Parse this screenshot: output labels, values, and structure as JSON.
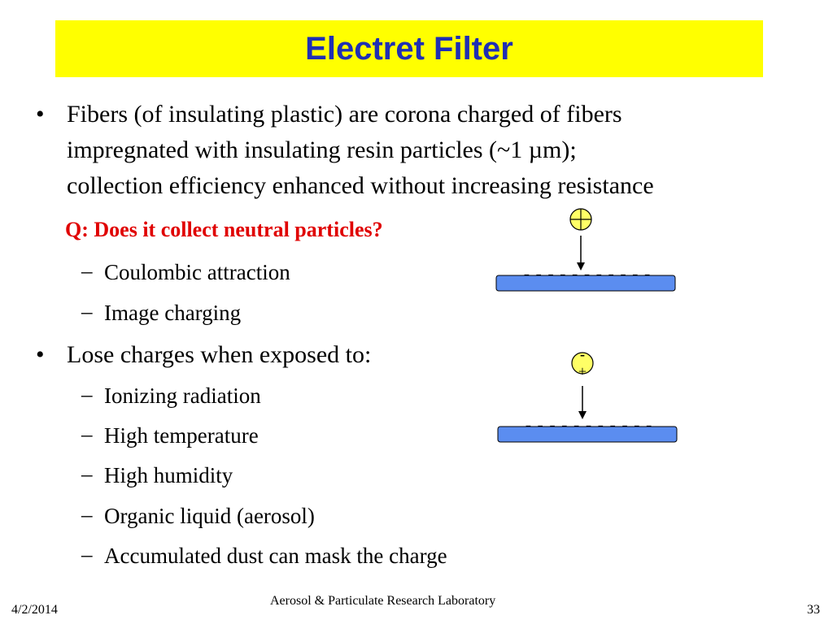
{
  "slide": {
    "title": "Electret Filter",
    "bullet_symbol": "•",
    "dash_symbol": "–",
    "bullet1": {
      "lines": [
        "Fibers (of insulating plastic) are corona charged of fibers",
        "impregnated with insulating resin particles (~1 µm);",
        "collection efficiency enhanced without increasing resistance"
      ]
    },
    "question": "Q: Does it collect neutral particles?",
    "sub1": [
      "Coulombic attraction",
      "Image charging"
    ],
    "bullet2": "Lose charges when exposed to:",
    "sub2": [
      "Ionizing radiation",
      "High temperature",
      "High humidity",
      "Organic liquid (aerosol)",
      "Accumulated dust can mask the charge"
    ]
  },
  "diagram": {
    "charge_row_1": "- - - - - - - - - - -",
    "charge_row_2": "- - - - - - - - - - -",
    "particle2_minus": "-",
    "particle2_plus": "+",
    "fiber_color": "#5b8df0",
    "circle_color": "#ffff66"
  },
  "footer": {
    "date": "4/2/2014",
    "lab": "Aerosol & Particulate Research Laboratory",
    "page": "33"
  }
}
